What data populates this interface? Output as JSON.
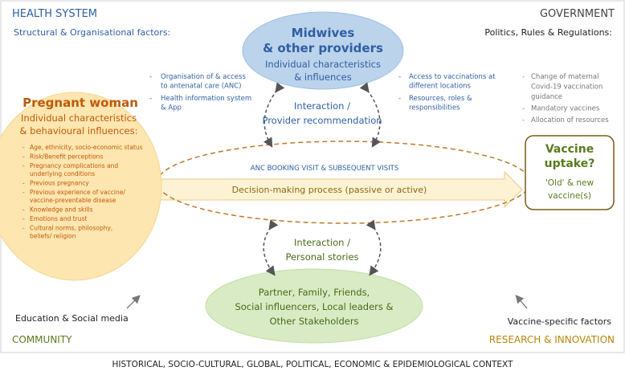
{
  "corners": {
    "health_system": "HEALTH SYSTEM",
    "health_system_sub": "Structural & Organisational factors:",
    "government": "GOVERNMENT",
    "government_sub": "Politics, Rules & Regulations:",
    "community": "COMMUNITY",
    "community_sub": "Education & Social media",
    "research": "RESEARCH & INNOVATION",
    "research_sub": "Vaccine-specific factors"
  },
  "midwives": {
    "title_1": "Midwives",
    "title_2": "& other providers",
    "sub_1": "Individual characteristics",
    "sub_2": "& influences"
  },
  "health_items": [
    {
      "bullet": "-",
      "lines": [
        "Organisation of & access",
        "to antenatal care (ANC)"
      ]
    },
    {
      "bullet": "-",
      "lines": [
        "Health information system",
        "& App"
      ]
    }
  ],
  "provider_items": [
    {
      "bullet": "-",
      "lines": [
        "Access to vaccinations at",
        "different locations"
      ]
    },
    {
      "bullet": "-",
      "lines": [
        "Resources, roles &",
        "responsibilities"
      ]
    }
  ],
  "government_items": [
    {
      "bullet": "-",
      "lines": [
        "Change of maternal",
        "Covid-19 vaccination",
        "guidance"
      ]
    },
    {
      "bullet": "-",
      "lines": [
        "Mandatory vaccines"
      ]
    },
    {
      "bullet": "-",
      "lines": [
        "Allocation of resources"
      ]
    }
  ],
  "interaction_top": [
    "Interaction /",
    "Provider recommendation"
  ],
  "interaction_bottom": [
    "Interaction /",
    "Personal stories"
  ],
  "pregnant": {
    "title": "Pregnant woman",
    "sub_1": "Individual characteristics",
    "sub_2": "& behavioural influences:",
    "items": [
      {
        "bullet": "-",
        "lines": [
          "Age, ethnicity, socio-economic status"
        ]
      },
      {
        "bullet": "-",
        "lines": [
          "Risk/Benefit perceptions"
        ]
      },
      {
        "bullet": "-",
        "lines": [
          "Pregnancy complications and",
          "underlying conditions"
        ]
      },
      {
        "bullet": "-",
        "lines": [
          "Previous pregnancy"
        ]
      },
      {
        "bullet": "-",
        "lines": [
          "Previous experience of vaccine/",
          "vaccine-preventable disease"
        ]
      },
      {
        "bullet": "-",
        "lines": [
          "Knowledge and skills"
        ]
      },
      {
        "bullet": "-",
        "lines": [
          "Emotions and trust"
        ]
      },
      {
        "bullet": "-",
        "lines": [
          "Cultural norms, philosophy,",
          "beliefs/ religion"
        ]
      }
    ]
  },
  "anc": {
    "title": "ANC BOOKING VISIT & SUBSEQUENT VISITS",
    "decision": "Decision-making process (passive or active)"
  },
  "vaccine": {
    "title_1": "Vaccine",
    "title_2": "uptake?",
    "sub_1": "'Old' & new",
    "sub_2": "vaccine(s)"
  },
  "partner": {
    "lines": [
      "Partner, Family, Friends,",
      "Social influencers, Local leaders &",
      "Other Stakeholders"
    ]
  },
  "context": "HISTORICAL, SOCIO-CULTURAL, GLOBAL, POLITICAL, ECONOMIC & EPIDEMIOLOGICAL CONTEXT",
  "colors": {
    "blue_dark": "#2e5fa3",
    "orange": "#c05a0a",
    "green": "#5a7a1e",
    "gold": "#b8860b",
    "brown": "#7a5a1a",
    "gray": "#777777",
    "midwives_fill": "#bcd3ec",
    "pregnant_fill": "#fde6b0",
    "partner_fill": "#d8ebc4",
    "arrow_fill": "#fdf3d4"
  }
}
